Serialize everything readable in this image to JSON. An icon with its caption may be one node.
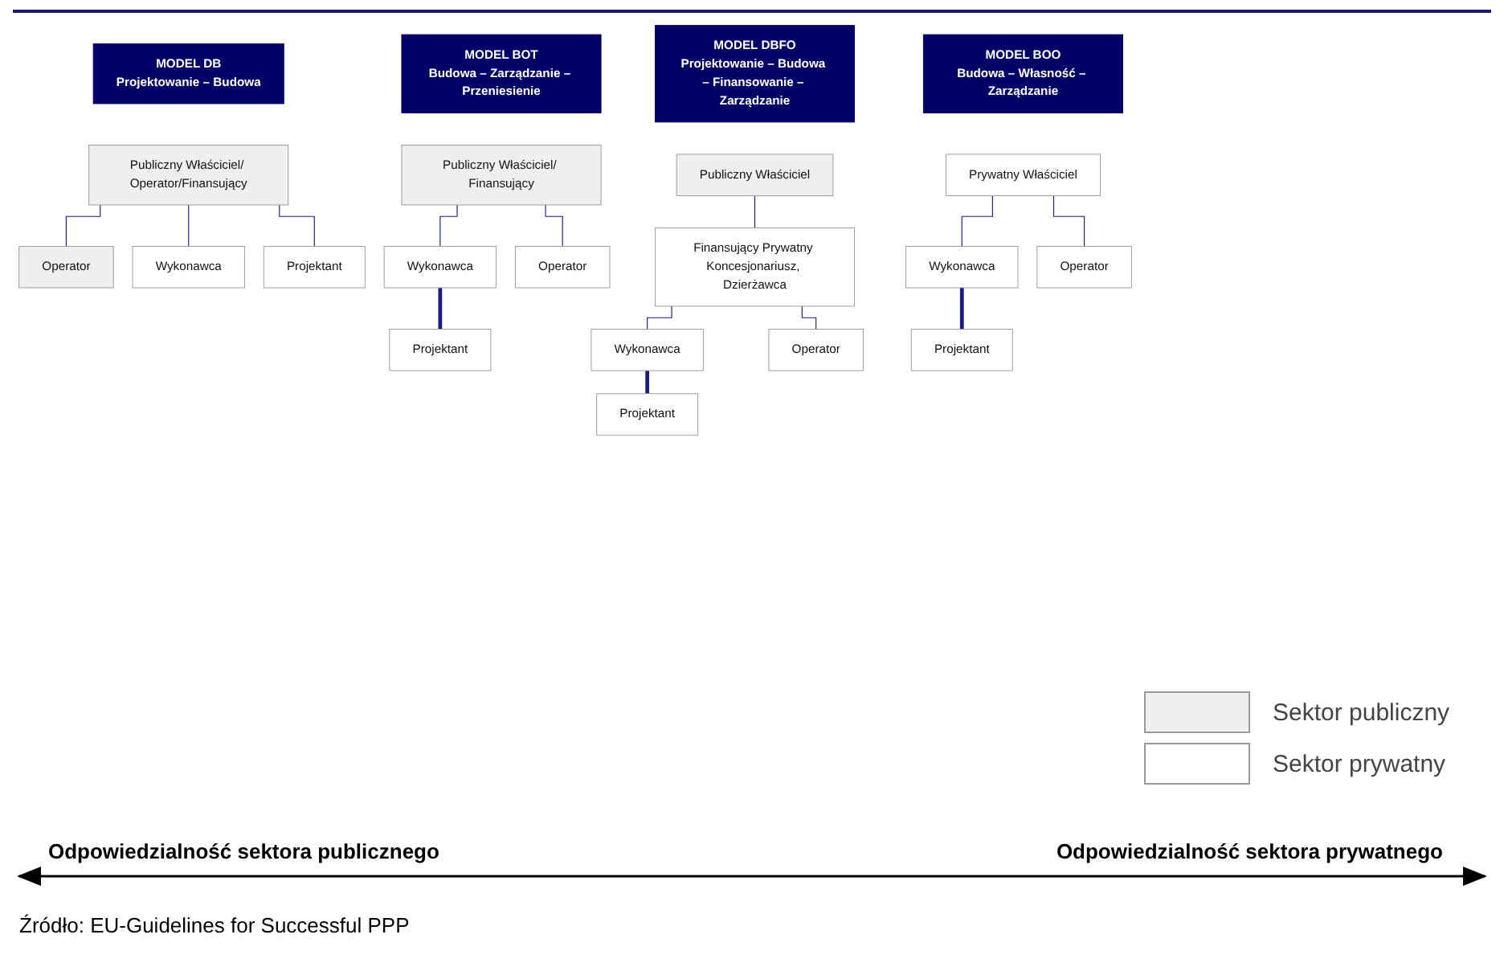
{
  "diagram": {
    "caption": "Źródło: EU-Guidelines for Successful PPP",
    "nodes": [
      {
        "text": [
          "MODEL DB",
          "Projektowanie – Budowa"
        ]
      },
      {
        "text": [
          "MODEL BOT",
          "Budowa – Zarządzanie – Przeniesienie"
        ]
      },
      {
        "text": [
          "MODEL DBFO",
          "Projektowanie – Budowa – Finansowanie – Zarządzanie"
        ]
      },
      {
        "text": [
          "MODEL BOO",
          "Budowa – Własność – Zarządzanie"
        ]
      },
      {
        "text": [
          "Publiczny Właściciel/ Operator/Finansujący"
        ]
      },
      {
        "text": [
          "Operator"
        ]
      },
      {
        "text": [
          "Wykonawca"
        ]
      },
      {
        "text": [
          "Projektant"
        ]
      },
      {
        "text": [
          "Publiczny Właściciel/ Finansujący"
        ]
      },
      {
        "text": [
          "Wykonawca"
        ]
      },
      {
        "text": [
          "Operator"
        ]
      },
      {
        "text": [
          "Projektant"
        ]
      },
      {
        "text": [
          "Publiczny Właściciel"
        ]
      },
      {
        "text": [
          "Finansujący Prywatny Koncesjonariusz, Dzierżawca"
        ]
      },
      {
        "text": [
          "Wykonawca"
        ]
      },
      {
        "text": [
          "Operator"
        ]
      },
      {
        "text": [
          "Projektant"
        ]
      },
      {
        "text": [
          "Prywatny Właściciel"
        ]
      },
      {
        "text": [
          "Wykonawca"
        ]
      },
      {
        "text": [
          "Operator"
        ]
      },
      {
        "text": [
          "Projektant"
        ]
      }
    ],
    "edges": [
      {
        "from": 4,
        "to": 5,
        "arrow": "none"
      },
      {
        "from": 4,
        "to": 6,
        "arrow": "none"
      },
      {
        "from": 4,
        "to": 7,
        "arrow": "none"
      },
      {
        "from": 8,
        "to": 9,
        "arrow": "none"
      },
      {
        "from": 8,
        "to": 10,
        "arrow": "none"
      },
      {
        "from": 9,
        "to": 11,
        "arrow": "none",
        "style": "thick"
      },
      {
        "from": 12,
        "to": 13,
        "arrow": "none"
      },
      {
        "from": 13,
        "to": 14,
        "arrow": "none"
      },
      {
        "from": 13,
        "to": 15,
        "arrow": "none"
      },
      {
        "from": 14,
        "to": 16,
        "arrow": "none",
        "style": "thick"
      },
      {
        "from": 17,
        "to": 18,
        "arrow": "none"
      },
      {
        "from": 17,
        "to": 19,
        "arrow": "none"
      },
      {
        "from": 18,
        "to": 20,
        "arrow": "none",
        "style": "thick"
      }
    ],
    "labels": [
      "Odpowiedzialność sektora publicznego",
      "Odpowiedzialność sektora prywatnego"
    ],
    "legend": [
      {
        "text": "Sektor publiczny",
        "color": "#efefef"
      },
      {
        "text": "Sektor prywatny",
        "color": "#ffffff"
      }
    ]
  }
}
